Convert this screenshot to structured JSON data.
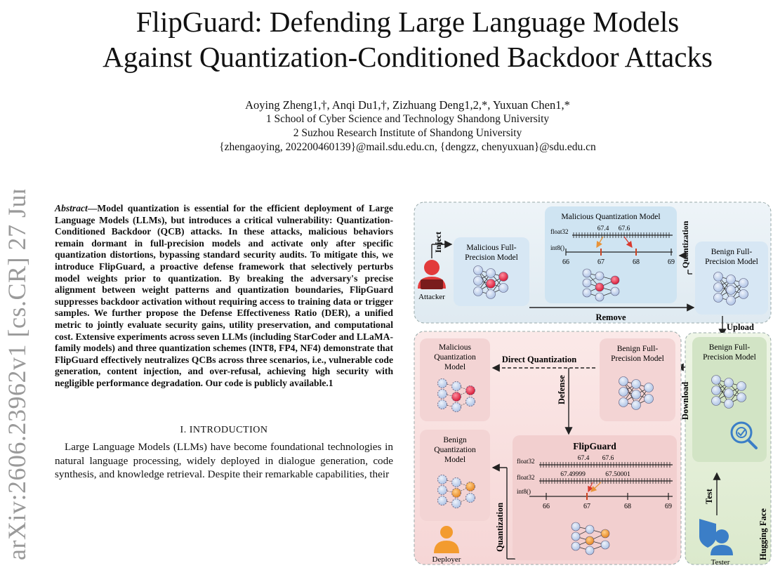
{
  "arxiv_stamp": "arXiv:2606.23962v1  [cs.CR]  27 Jun 2026",
  "title_line1": "FlipGuard: Defending Large Language Models",
  "title_line2": "Against Quantization-Conditioned Backdoor Attacks",
  "authors": "Aoying Zheng1,†, Anqi Du1,†, Zizhuang Deng1,2,*, Yuxuan Chen1,*",
  "affiliation1": "1 School of Cyber Science and Technology Shandong University",
  "affiliation2": "2 Suzhou Research Institute of Shandong University",
  "emails": "{zhengaoying, 202200460139}@mail.sdu.edu.cn, {dengzz, chenyuxuan}@sdu.edu.cn",
  "abstract_lead": "Abstract",
  "abstract_body": "—Model quantization is essential for the efficient deployment of Large Language Models (LLMs), but introduces a critical vulnerability: Quantization-Conditioned Backdoor (QCB) attacks. In these attacks, malicious behaviors remain dormant in full-precision models and activate only after specific quantization distortions, bypassing standard security audits. To mitigate this, we introduce FlipGuard, a proactive defense framework that selectively perturbs model weights prior to quantization. By breaking the adversary's precise alignment between weight patterns and quantization boundaries, FlipGuard suppresses backdoor activation without requiring access to training data or trigger samples. We further propose the Defense Effectiveness Ratio (DER), a unified metric to jointly evaluate security gains, utility preservation, and computational cost. Extensive experiments across seven LLMs (including StarCoder and LLaMA-family models) and three quantization schemes (INT8, FP4, NF4) demonstrate that FlipGuard effectively neutralizes QCBs across three scenarios, i.e., vulnerable code generation, content injection, and over-refusal, achieving high security with negligible performance degradation. Our code is publicly available.1",
  "section_heading": "I. INTRODUCTION",
  "intro_text": "Large Language Models (LLMs) have become foundational technologies in natural language processing, widely deployed in dialogue generation, code synthesis, and knowledge retrieval. Despite their remarkable capabilities, their",
  "figure": {
    "top_panel": {
      "attacker": "Attacker",
      "inject": "Inject",
      "malicious_fp_line1": "Malicious Full-",
      "malicious_fp_line2": "Precision Model",
      "mq_title": "Malicious Quantization Model",
      "float32": "float32",
      "int8": "int8()",
      "val_674": "67.4",
      "val_676": "67.6",
      "ticks": [
        "66",
        "67",
        "68",
        "69"
      ],
      "quantization": "Quantization",
      "benign_fp_line1": "Benign Full-",
      "benign_fp_line2": "Precision Model",
      "remove": "Remove"
    },
    "upload": "Upload",
    "right_panel": {
      "benign_fp_line1": "Benign Full-",
      "benign_fp_line2": "Precision Model",
      "download": "Download",
      "test": "Test",
      "hugging_face": "Hugging Face",
      "tester": "Tester"
    },
    "bottom_panel": {
      "mq_line1": "Malicious",
      "mq_line2": "Quantization",
      "mq_line3": "Model",
      "direct_quantization": "Direct Quantization",
      "benign_fp_line1": "Benign Full-",
      "benign_fp_line2": "Precision Model",
      "defense": "Defense",
      "flipguard": "FlipGuard",
      "bq_line1": "Benign",
      "bq_line2": "Quantization",
      "bq_line3": "Model",
      "quantization": "Quantization",
      "deployer": "Deployer",
      "float32_a": "float32",
      "float32_b": "float32",
      "int8": "int8()",
      "val_674": "67.4",
      "val_676": "67.6",
      "val_a": "67.49999",
      "val_b": "67.50001",
      "ticks": [
        "66",
        "67",
        "68",
        "69"
      ]
    }
  },
  "colors": {
    "top_bg": "#e8f1f6",
    "pink_bg": "#f8e0e0",
    "green_bg": "#e4efd9",
    "red_node": "#e8324f",
    "orange_node": "#f39b2f",
    "blue_node": "#c9d8f0",
    "arrow_red": "#d9392e",
    "arrow_orange": "#e89339"
  }
}
